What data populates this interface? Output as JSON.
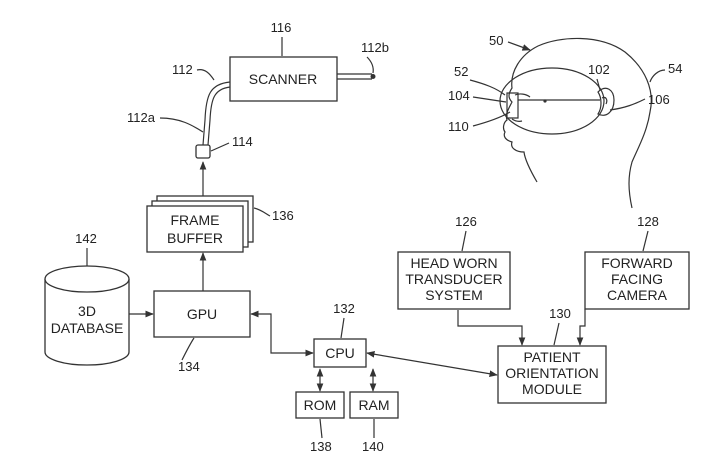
{
  "boxes": {
    "scanner": "SCANNER",
    "frame_buffer": [
      "FRAME",
      "BUFFER"
    ],
    "database": [
      "3D",
      "DATABASE"
    ],
    "gpu": "GPU",
    "cpu": "CPU",
    "rom": "ROM",
    "ram": "RAM",
    "head_worn": [
      "HEAD WORN",
      "TRANSDUCER",
      "SYSTEM"
    ],
    "camera": [
      "FORWARD",
      "FACING",
      "CAMERA"
    ],
    "orientation": [
      "PATIENT",
      "ORIENTATION",
      "MODULE"
    ]
  },
  "refs": {
    "r116": "116",
    "r112": "112",
    "r112b": "112b",
    "r112a": "112a",
    "r114": "114",
    "r136": "136",
    "r142": "142",
    "r134": "134",
    "r132": "132",
    "r138": "138",
    "r140": "140",
    "r126": "126",
    "r128": "128",
    "r130": "130",
    "r50": "50",
    "r52": "52",
    "r104": "104",
    "r110": "110",
    "r102": "102",
    "r54": "54",
    "r106": "106"
  }
}
